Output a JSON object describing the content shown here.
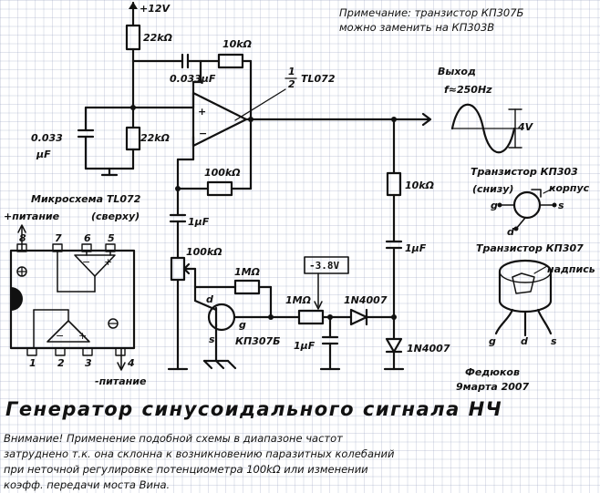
{
  "note": {
    "line1": "Примечание: транзистор КП307Б",
    "line2": "можно заменить на КП303В"
  },
  "power": {
    "vcc": "+12V"
  },
  "main_circuit": {
    "r1": "22kΩ",
    "r2": "22kΩ",
    "c1": "0.033μF",
    "c2_value": "0.033",
    "c2_unit": "μF",
    "r_feedback": "10kΩ",
    "opamp_fraction_top": "1",
    "opamp_fraction_bottom": "2",
    "opamp_name": "TL072",
    "r_100k_top": "100kΩ",
    "c_1uf_left": "1μF",
    "pot_100k": "100kΩ",
    "r_1meg_a": "1MΩ",
    "r_1meg_b": "1MΩ",
    "voltage": "-3.8V",
    "d1": "1N4007",
    "d2": "1N4007",
    "c_1uf_bottom": "1μF",
    "transistor": "КП307Б",
    "pin_d": "d",
    "pin_g": "g",
    "pin_s": "s",
    "r_10k_right": "10kΩ",
    "c_1uf_right": "1μF"
  },
  "output": {
    "label": "Выход",
    "frequency": "f≈250Hz",
    "amplitude": "4V"
  },
  "chip": {
    "title": "Микросхема TL072",
    "view": "(сверху)",
    "plus_supply": "+питание",
    "minus_supply": "-питание",
    "pins_top": [
      "8",
      "7",
      "6",
      "5"
    ],
    "pins_bottom": [
      "1",
      "2",
      "3",
      "4"
    ]
  },
  "kp303": {
    "title": "Транзистор КП303",
    "view": "(снизу)",
    "body_label": "корпус",
    "pin_g": "g",
    "pin_d": "d",
    "pin_s": "s"
  },
  "kp307": {
    "title": "Транзистор КП307",
    "marking_label": "надпись",
    "pin_g": "g",
    "pin_d": "d",
    "pin_s": "s"
  },
  "author": {
    "name": "Федюков",
    "date": "9марта 2007"
  },
  "title": "Генератор синусоидального сигнала НЧ",
  "warning": {
    "line1": "Внимание! Применение подобной схемы в диапазоне частот",
    "line2": "затруднено т.к. она склонна к возникновению паразитных колебаний",
    "line3": "при неточной регулировке потенциометра 100kΩ или изменении",
    "line4": "коэфф. передачи моста Вина."
  }
}
